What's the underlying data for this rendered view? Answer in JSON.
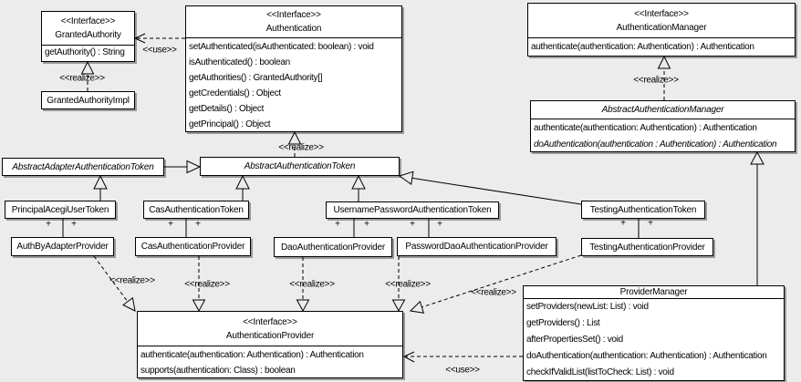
{
  "classes": {
    "granted_authority": {
      "stereotype": "<<Interface>>",
      "name": "GrantedAuthority",
      "methods": [
        "getAuthority() : String"
      ]
    },
    "authentication": {
      "stereotype": "<<Interface>>",
      "name": "Authentication",
      "methods": [
        "setAuthenticated(isAuthenticated: boolean) : void",
        "isAuthenticated() : boolean",
        "getAuthorities() : GrantedAuthority[]",
        "getCredentials() : Object",
        "getDetails() : Object",
        "getPrincipal() : Object"
      ]
    },
    "authentication_manager": {
      "stereotype": "<<Interface>>",
      "name": "AuthenticationManager",
      "methods": [
        "authenticate(authentication: Authentication) : Authentication"
      ]
    },
    "abstract_authentication_manager": {
      "name": "AbstractAuthenticationManager",
      "abstract": true,
      "methods": [
        "authenticate(authentication: Authentication) : Authentication",
        "doAuthentication(authentication : Authentication) : Authentication"
      ]
    },
    "granted_authority_impl": {
      "name": "GrantedAuthorityImpl"
    },
    "abstract_adapter_authentication_token": {
      "name": "AbstractAdapterAuthenticationToken",
      "abstract": true
    },
    "abstract_authentication_token": {
      "name": "AbstractAuthenticationToken",
      "abstract": true
    },
    "principal_acegi_user_token": {
      "name": "PrincipalAcegiUserToken"
    },
    "cas_authentication_token": {
      "name": "CasAuthenticationToken"
    },
    "username_password_authentication_token": {
      "name": "UsernamePasswordAuthenticationToken"
    },
    "testing_authentication_token": {
      "name": "TestingAuthenticationToken"
    },
    "auth_by_adapter_provider": {
      "name": "AuthByAdapterProvider"
    },
    "cas_authentication_provider": {
      "name": "CasAuthenticationProvider"
    },
    "dao_authentication_provider": {
      "name": "DaoAuthenticationProvider"
    },
    "password_dao_authentication_provider": {
      "name": "PasswordDaoAuthenticationProvider"
    },
    "testing_authentication_provider": {
      "name": "TestingAuthenticationProvider"
    },
    "authentication_provider": {
      "stereotype": "<<Interface>>",
      "name": "AuthenticationProvider",
      "methods": [
        "authenticate(authentication: Authentication) : Authentication",
        "supports(authentication: Class) : boolean"
      ]
    },
    "provider_manager": {
      "name": "ProviderManager",
      "methods": [
        "setProviders(newList: List) : void",
        "getProviders() : List",
        "afterPropertiesSet() : void",
        "doAuthentication(authentication: Authentication) : Authentication",
        "checkIfValidList(listToCheck: List) : void"
      ]
    }
  },
  "labels": {
    "use": "<<use>>",
    "realize": "<<realize>>",
    "plus": "+"
  },
  "colors": {
    "background": "#ececec",
    "box_fill": "#ffffff",
    "line": "#000000",
    "shadow": "#9a9a9a"
  }
}
